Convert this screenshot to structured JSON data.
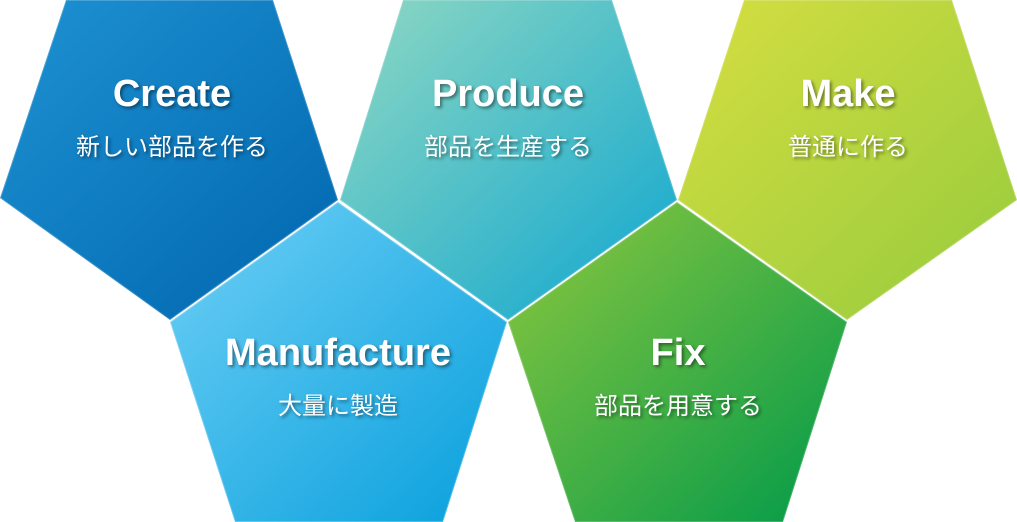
{
  "items": [
    {
      "title": "Create",
      "subtitle": "新しい部品を作る",
      "colors": [
        "#1e92d2",
        "#0065ae"
      ]
    },
    {
      "title": "Produce",
      "subtitle": "部品を生産する",
      "colors": [
        "#8fd8c2",
        "#0ea6d0"
      ]
    },
    {
      "title": "Make",
      "subtitle": "普通に作る",
      "colors": [
        "#d6de40",
        "#95cb3e"
      ]
    },
    {
      "title": "Manufacture",
      "subtitle": "大量に製造",
      "colors": [
        "#6fd0f6",
        "#079fdc"
      ]
    },
    {
      "title": "Fix",
      "subtitle": "部品を用意する",
      "colors": [
        "#8fc83e",
        "#009a4a"
      ]
    }
  ]
}
